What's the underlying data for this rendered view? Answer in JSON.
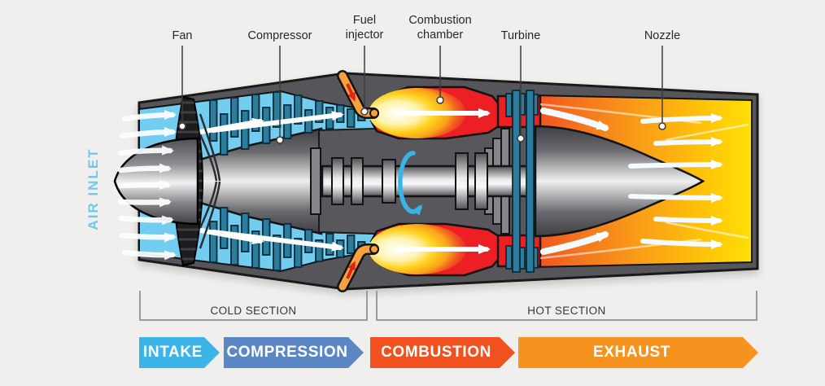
{
  "diagram": {
    "title_labels": [
      {
        "id": "fan",
        "text": "Fan"
      },
      {
        "id": "compressor",
        "text": "Compressor"
      },
      {
        "id": "fuel-injector",
        "text": "Fuel\ninjector"
      },
      {
        "id": "combustion-chamber",
        "text": "Combustion\nchamber"
      },
      {
        "id": "turbine",
        "text": "Turbine"
      },
      {
        "id": "nozzle",
        "text": "Nozzle"
      }
    ],
    "air_inlet_label": "AIR INLET",
    "sections": {
      "cold": "COLD SECTION",
      "hot": "HOT SECTION"
    },
    "stages": [
      {
        "label": "INTAKE",
        "color": "#3cb4e7"
      },
      {
        "label": "COMPRESSION",
        "color": "#5b87c5"
      },
      {
        "label": "COMBUSTION",
        "color": "#f1511f"
      },
      {
        "label": "EXHAUST",
        "color": "#f6921e"
      }
    ],
    "colors": {
      "background": "#f0efed",
      "air_inlet_text": "#6fc9ee",
      "cold_air_blue": "#72cdf1",
      "hot_gas_red": "#ec2024",
      "exhaust_yellow": "#ffdf06",
      "casing_gray": "#55555a",
      "blade_teal": "#2b7d9d",
      "fuel_orange": "#f6a13c",
      "rotation_arrow_blue": "#3cb3e6"
    }
  }
}
